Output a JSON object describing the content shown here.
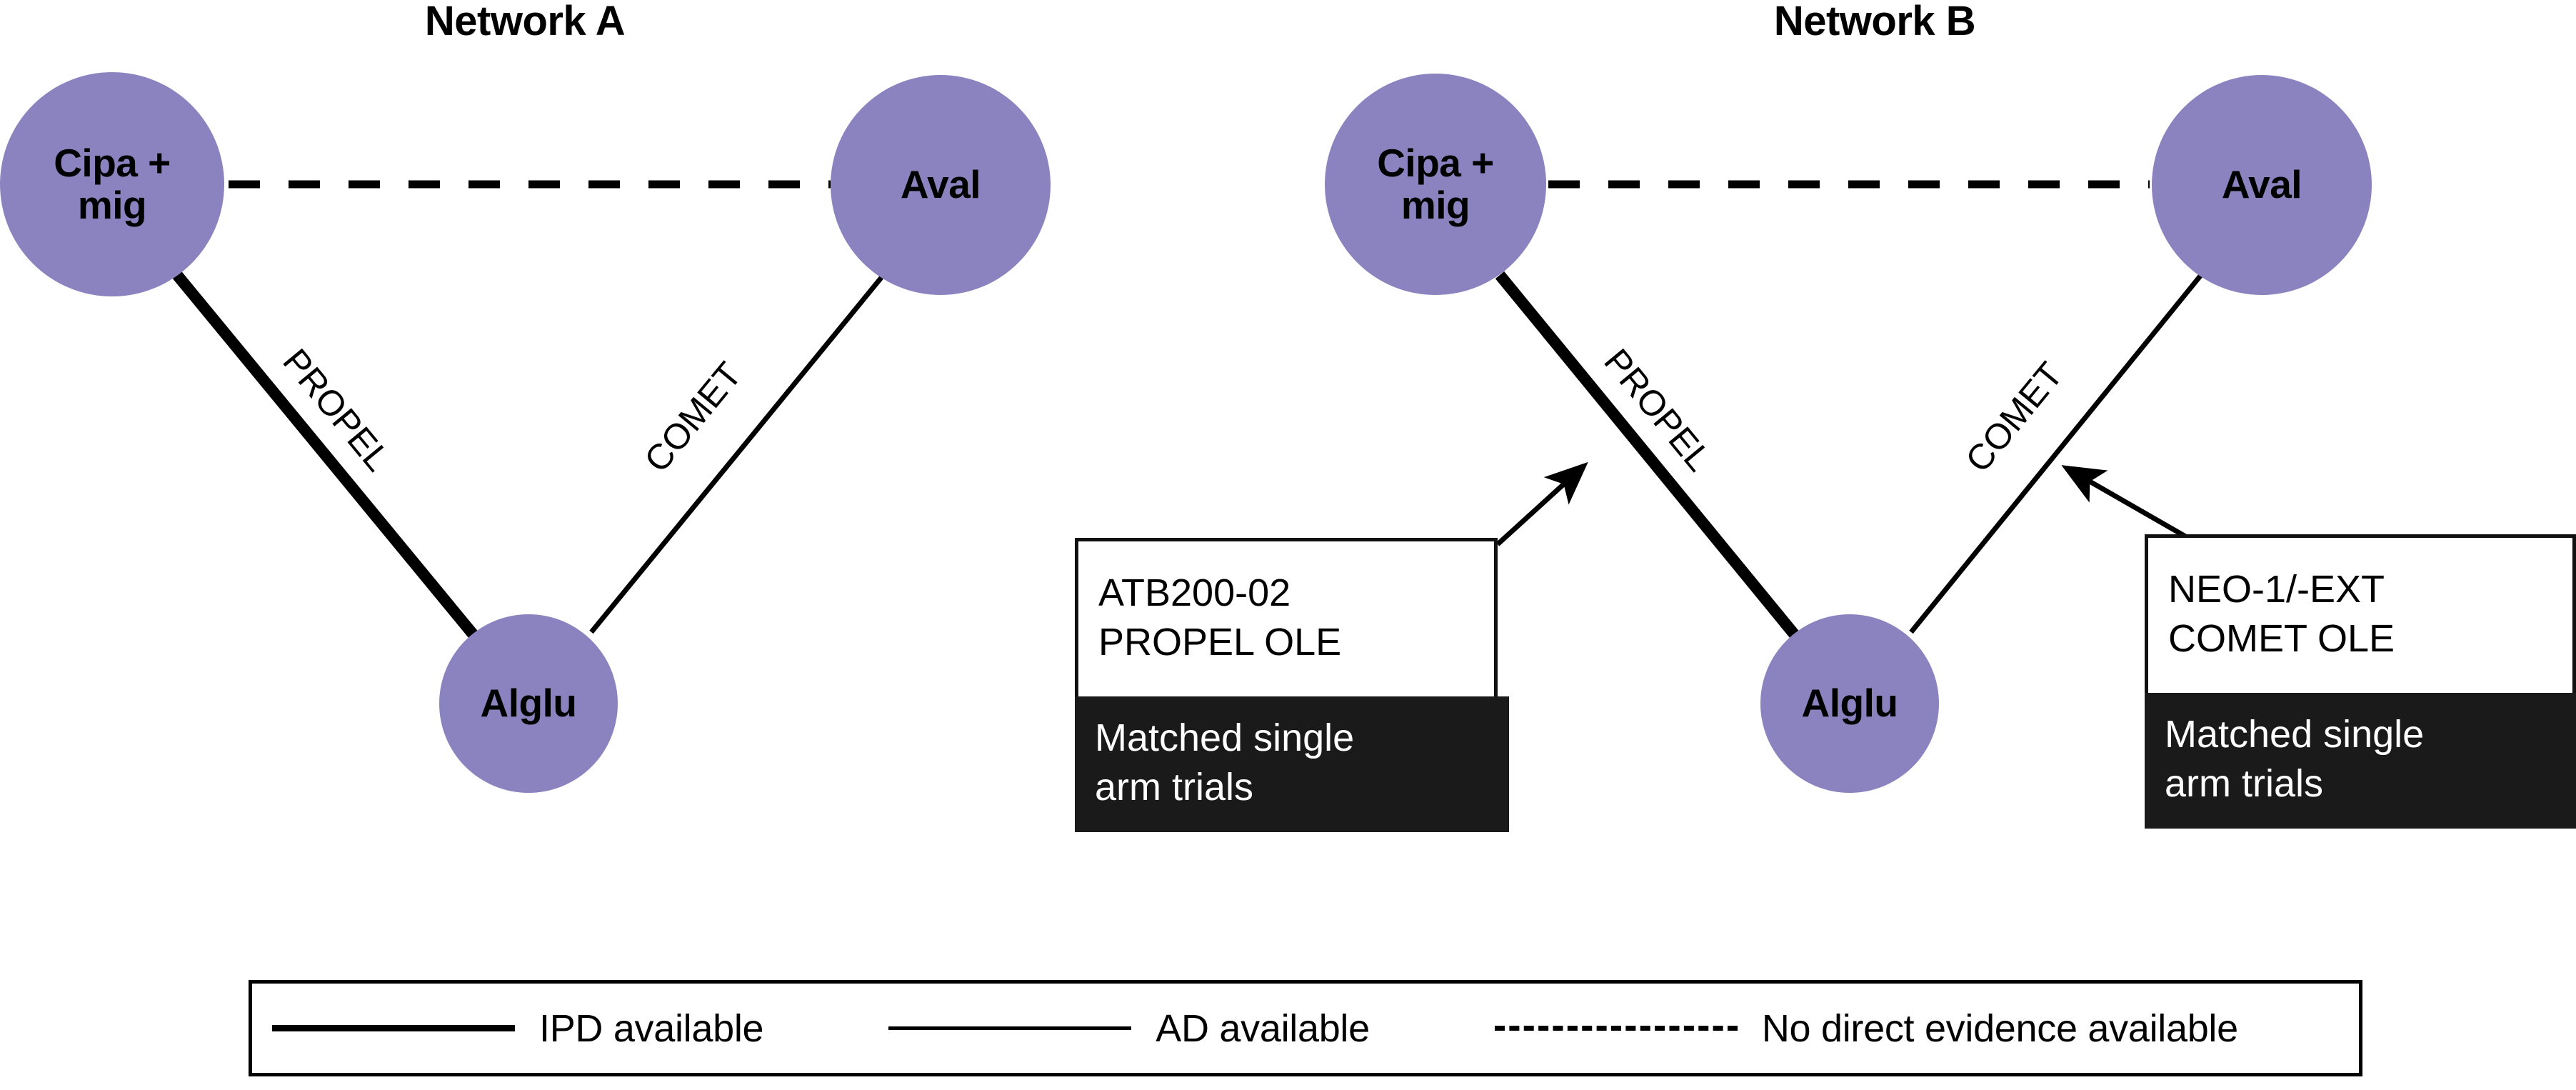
{
  "networks": [
    {
      "title": "Network A",
      "nodes": [
        {
          "id": "cipa-mig",
          "label": "Cipa +\nmig"
        },
        {
          "id": "aval",
          "label": "Aval"
        },
        {
          "id": "alglu",
          "label": "Alglu"
        }
      ],
      "edges": [
        {
          "from": "cipa-mig",
          "to": "aval",
          "label": "",
          "style": "no-direct-evidence"
        },
        {
          "from": "cipa-mig",
          "to": "alglu",
          "label": "PROPEL",
          "style": "ipd"
        },
        {
          "from": "aval",
          "to": "alglu",
          "label": "COMET",
          "style": "ad"
        }
      ],
      "callouts": []
    },
    {
      "title": "Network B",
      "nodes": [
        {
          "id": "cipa-mig",
          "label": "Cipa +\nmig"
        },
        {
          "id": "aval",
          "label": "Aval"
        },
        {
          "id": "alglu",
          "label": "Alglu"
        }
      ],
      "edges": [
        {
          "from": "cipa-mig",
          "to": "aval",
          "label": "",
          "style": "no-direct-evidence"
        },
        {
          "from": "cipa-mig",
          "to": "alglu",
          "label": "PROPEL",
          "style": "ipd"
        },
        {
          "from": "aval",
          "to": "alglu",
          "label": "COMET",
          "style": "ad"
        }
      ],
      "callouts": [
        {
          "id": "propel-ole",
          "head_line1": "ATB200-02",
          "head_line2": "PROPEL OLE",
          "body_line1": "Matched single",
          "body_line2": "arm trials",
          "points_to": "PROPEL"
        },
        {
          "id": "comet-ole",
          "head_line1": "NEO-1/-EXT",
          "head_line2": "COMET OLE",
          "body_line1": "Matched single",
          "body_line2": "arm trials",
          "points_to": "COMET"
        }
      ]
    }
  ],
  "node_labels": {
    "a_cipa_l1": "Cipa +",
    "a_cipa_l2": "mig",
    "a_aval": "Aval",
    "a_alglu": "Alglu",
    "b_cipa_l1": "Cipa +",
    "b_cipa_l2": "mig",
    "b_aval": "Aval",
    "b_alglu": "Alglu"
  },
  "edge_labels": {
    "a_propel": "PROPEL",
    "a_comet": "COMET",
    "b_propel": "PROPEL",
    "b_comet": "COMET"
  },
  "titles": {
    "network_a": "Network A",
    "network_b": "Network B"
  },
  "callouts": {
    "propel": {
      "head_line1": "ATB200-02",
      "head_line2": "PROPEL OLE",
      "body_line1": "Matched single",
      "body_line2": "arm trials"
    },
    "comet": {
      "head_line1": "NEO-1/-EXT",
      "head_line2": "COMET OLE",
      "body_line1": "Matched single",
      "body_line2": "arm trials"
    }
  },
  "legend": {
    "items": [
      {
        "style": "thick-solid",
        "label": "IPD available"
      },
      {
        "style": "thin-solid",
        "label": "AD available"
      },
      {
        "style": "dashed",
        "label": "No direct evidence available"
      }
    ],
    "item0_label": "IPD available",
    "item1_label": "AD available",
    "item2_label": "No direct evidence available"
  },
  "colors": {
    "node_fill": "#8b83bf",
    "line": "#000000",
    "callout_body_bg": "#1a1a1a",
    "callout_body_text": "#ffffff",
    "background": "#ffffff"
  }
}
